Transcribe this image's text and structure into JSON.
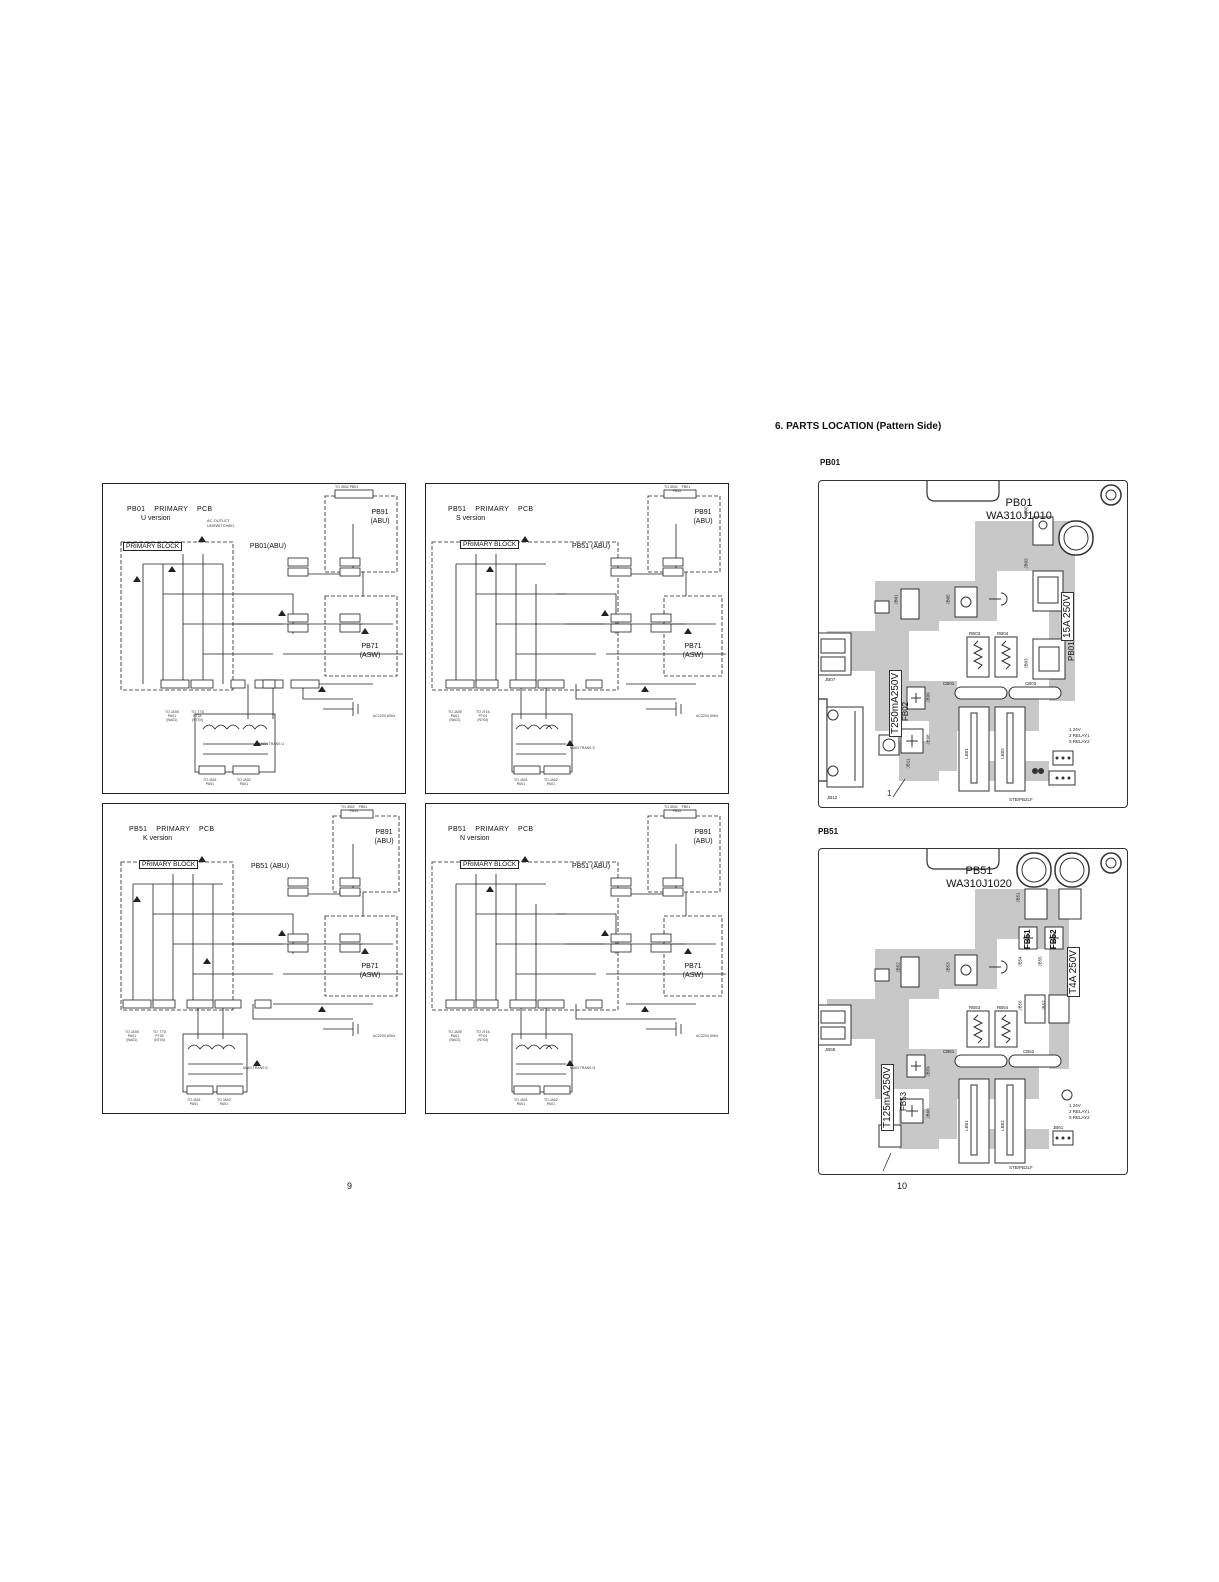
{
  "page_left": {
    "number": "9"
  },
  "page_right": {
    "number": "10"
  },
  "section_title": "6. PARTS LOCATION (Pattern Side)",
  "schematics": [
    {
      "title": "PB01    PRIMARY    PCB",
      "version": "U version",
      "main_block": "PB01(ABU)",
      "primary_block": "PRIMARY BLOCK",
      "ac_outlet": "AC OUTLET\nUNSWITCHED",
      "abu_label": "PB91\n(ABU)",
      "asw_label": "PB71\n(ASW)",
      "to_label_top": "TO JB02    PB01",
      "to_left_1": "TO JA05\nPA01\n(NA01)",
      "to_left_2": "TO  TT6\nPT04\n(NT04)",
      "main_trans": "MAIN TRANS U",
      "ac_input": "AC120V 60Hz",
      "to_bottom_1": "TO JA01\nPA01",
      "to_bottom_2": "TO JA02\nPA01"
    },
    {
      "title": "PB51    PRIMARY    PCB",
      "version": "S version",
      "main_block": "PB51 (ABU)",
      "primary_block": "PRIMARY BLOCK",
      "abu_label": "PB91\n(ABU)",
      "asw_label": "PB71\n(ASW)",
      "to_label_top": "TO JB02    PB01\nPB51",
      "to_left_1": "TO JA05\nPA01\n(NA01)",
      "to_left_2": "TO JT16\nPT04\n(NT04)",
      "main_trans": "MAIN TRANS S",
      "ac_input": "AC220V 60Hz",
      "to_bottom_1": "TO JA01\nPA01",
      "to_bottom_2": "TO JA02\nPA01"
    },
    {
      "title": "PB51    PRIMARY    PCB",
      "version": "K version",
      "main_block": "PB51  (ABU)",
      "primary_block": "PRIMARY BLOCK",
      "abu_label": "PB91\n(ABU)",
      "asw_label": "PB71\n(ASW)",
      "to_label_top": "TO JB02    PB01\nPB51",
      "to_left_1": "TO JA05\nPA01\n(NA01)",
      "to_left_2": "TO  TT6\nPT04\n(NT04)",
      "main_trans": "MAIN TRANS K",
      "ac_input": "AC220V 60Hz",
      "to_bottom_1": "TO JA01\nPA01",
      "to_bottom_2": "TO JA02\nPA01"
    },
    {
      "title": "PB51    PRIMARY    PCB",
      "version": "N version",
      "main_block": "PB51 (ABU)",
      "primary_block": "PRIMARY BLOCK",
      "abu_label": "PB91\n(ABU)",
      "asw_label": "PB71\n(ASW)",
      "to_label_top": "TO JB02    PB01\nPB51",
      "to_left_1": "TO JA05\nPA01\n(NA01)",
      "to_left_2": "TO JT16\nPT04\n(NT04)",
      "main_trans": "MAIN TRANS N",
      "ac_input": "AC220V 60Hz",
      "to_bottom_1": "TO JA01\nPA01",
      "to_bottom_2": "TO JA02\nPA01"
    }
  ],
  "boards": [
    {
      "heading": "PB01",
      "name": "PB01\nWA310J1010",
      "fuse_main": "15A 250V",
      "fuse_side": "T250mA250V",
      "side_code": "PB01",
      "fb_label": "FB02",
      "jumper_labels": [
        "JB06",
        "JB02",
        "JB01",
        "JB05",
        "JB03",
        "JB07",
        "JB09",
        "JB08",
        "JB12",
        "JB11"
      ],
      "rb_labels": [
        "RB03",
        "RB04"
      ],
      "cb_labels": [
        "CB01",
        "CB03"
      ],
      "lb_labels": [
        "LB01",
        "LB02"
      ],
      "relay_text": "1 24V\n2 RELAY1\n3 RELAY2",
      "pointer": "1",
      "bottom_small": "STB/PB2LF"
    },
    {
      "heading": "PB51",
      "name": "PB51\nWA310J1020",
      "fuse_main": "T4A 250V",
      "fuse_side": "T125mA250V",
      "fb_labels": [
        "FB51",
        "FB52",
        "FB53"
      ],
      "jumper_labels": [
        "JB51",
        "JB52",
        "JB53",
        "JB54",
        "JB55",
        "JB56",
        "JB57",
        "JB58",
        "JB59",
        "JB60",
        "JB61"
      ],
      "rb_labels": [
        "RB53",
        "RB54"
      ],
      "cb_labels": [
        "CB51",
        "CB52"
      ],
      "lb_labels": [
        "LB51",
        "LB52"
      ],
      "relay_text": "1 24V\n2 RELAY1\n3 RELAY2",
      "bottom_small": "STB/PB2LF"
    }
  ]
}
